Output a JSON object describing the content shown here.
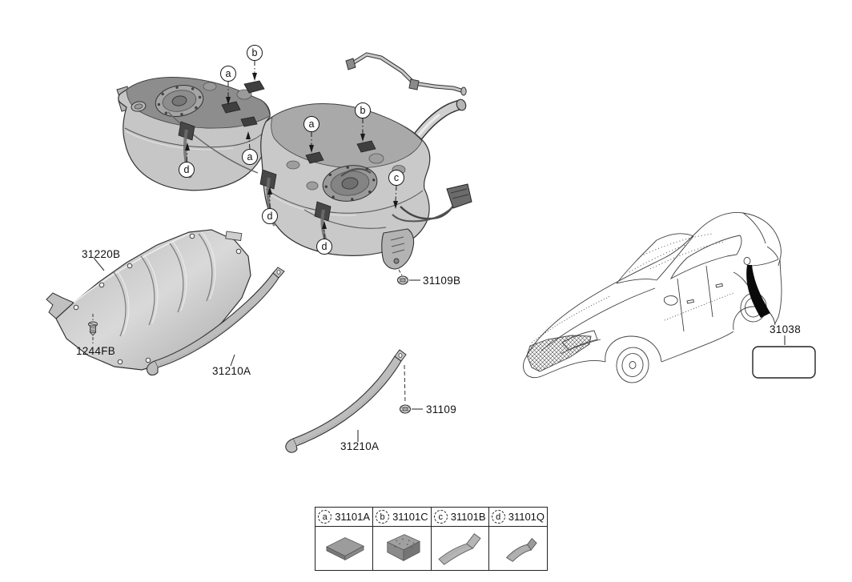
{
  "part_labels": {
    "heat_shield": "31220B",
    "screw": "1244FB",
    "strap_front": "31210A",
    "strap_rear": "31210A",
    "bolt_front": "31109B",
    "bolt_rear": "31109",
    "label_plate": "31038"
  },
  "callouts": [
    {
      "letter": "b"
    },
    {
      "letter": "a"
    },
    {
      "letter": "a"
    },
    {
      "letter": "b"
    },
    {
      "letter": "a"
    },
    {
      "letter": "d"
    },
    {
      "letter": "c"
    },
    {
      "letter": "d"
    },
    {
      "letter": "d"
    }
  ],
  "legend": {
    "items": [
      {
        "letter": "a",
        "part_number": "31101A"
      },
      {
        "letter": "b",
        "part_number": "31101C"
      },
      {
        "letter": "c",
        "part_number": "31101B"
      },
      {
        "letter": "d",
        "part_number": "31101Q"
      }
    ]
  },
  "colors": {
    "line": "#333333",
    "tank_top": "#8d8d8d",
    "tank_body": "#c6c6c6",
    "pad_dark": "#3f3f3f",
    "shield": "#c0c0c0",
    "swoosh": "#0a0a0a",
    "background": "#ffffff"
  }
}
